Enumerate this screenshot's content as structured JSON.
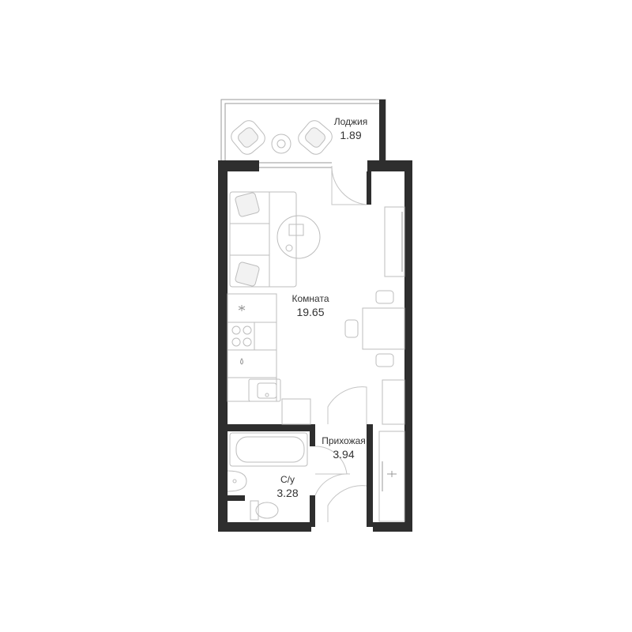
{
  "plan": {
    "rooms": [
      {
        "id": "loggia",
        "name": "Лоджия",
        "area": "1.89"
      },
      {
        "id": "room",
        "name": "Комната",
        "area": "19.65"
      },
      {
        "id": "hallway",
        "name": "Прихожая",
        "area": "3.94"
      },
      {
        "id": "bathroom",
        "name": "С/у",
        "area": "3.28"
      }
    ],
    "colors": {
      "wall": "#2e2e2e",
      "furniture": "#bdbdbd",
      "label": "#333333"
    }
  }
}
